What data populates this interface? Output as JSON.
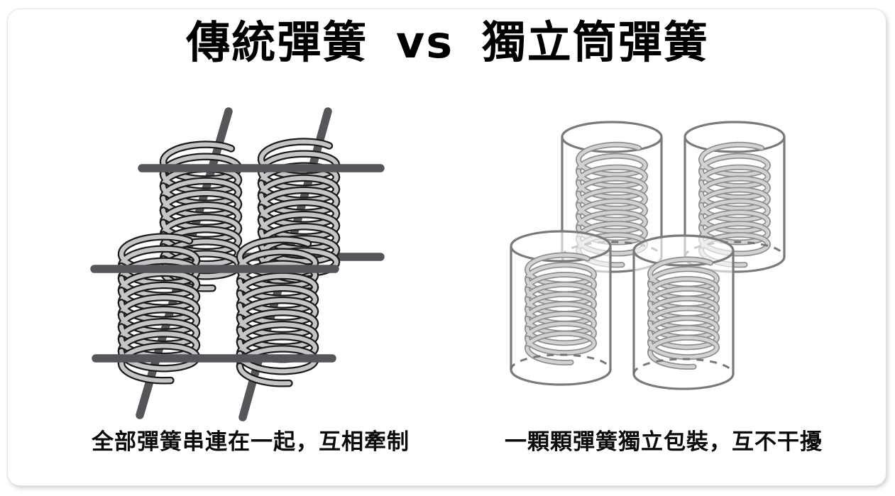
{
  "title": "傳統彈簧 vs 獨立筒彈簧",
  "panels": {
    "left": {
      "caption": "全部彈簧串連在一起，互相牽制",
      "illustration": "connected-coil-springs"
    },
    "right": {
      "caption": "一顆顆彈簧獨立包裝，互不干擾",
      "illustration": "individually-pocketed-springs"
    }
  },
  "colors": {
    "background": "#ffffff",
    "card_border": "#e3e3e3",
    "title_text": "#000000",
    "caption_text": "#0a0a0a",
    "wire_rod": "#545659",
    "left_spring_outline": "#1b1b1b",
    "left_spring_body": "#c5c5c7",
    "cylinder_outline": "#7a7a7a",
    "cylinder_dash": "#6a6a6a",
    "right_spring_outline": "#8d8d8d",
    "right_spring_body": "#d2d2d2"
  }
}
